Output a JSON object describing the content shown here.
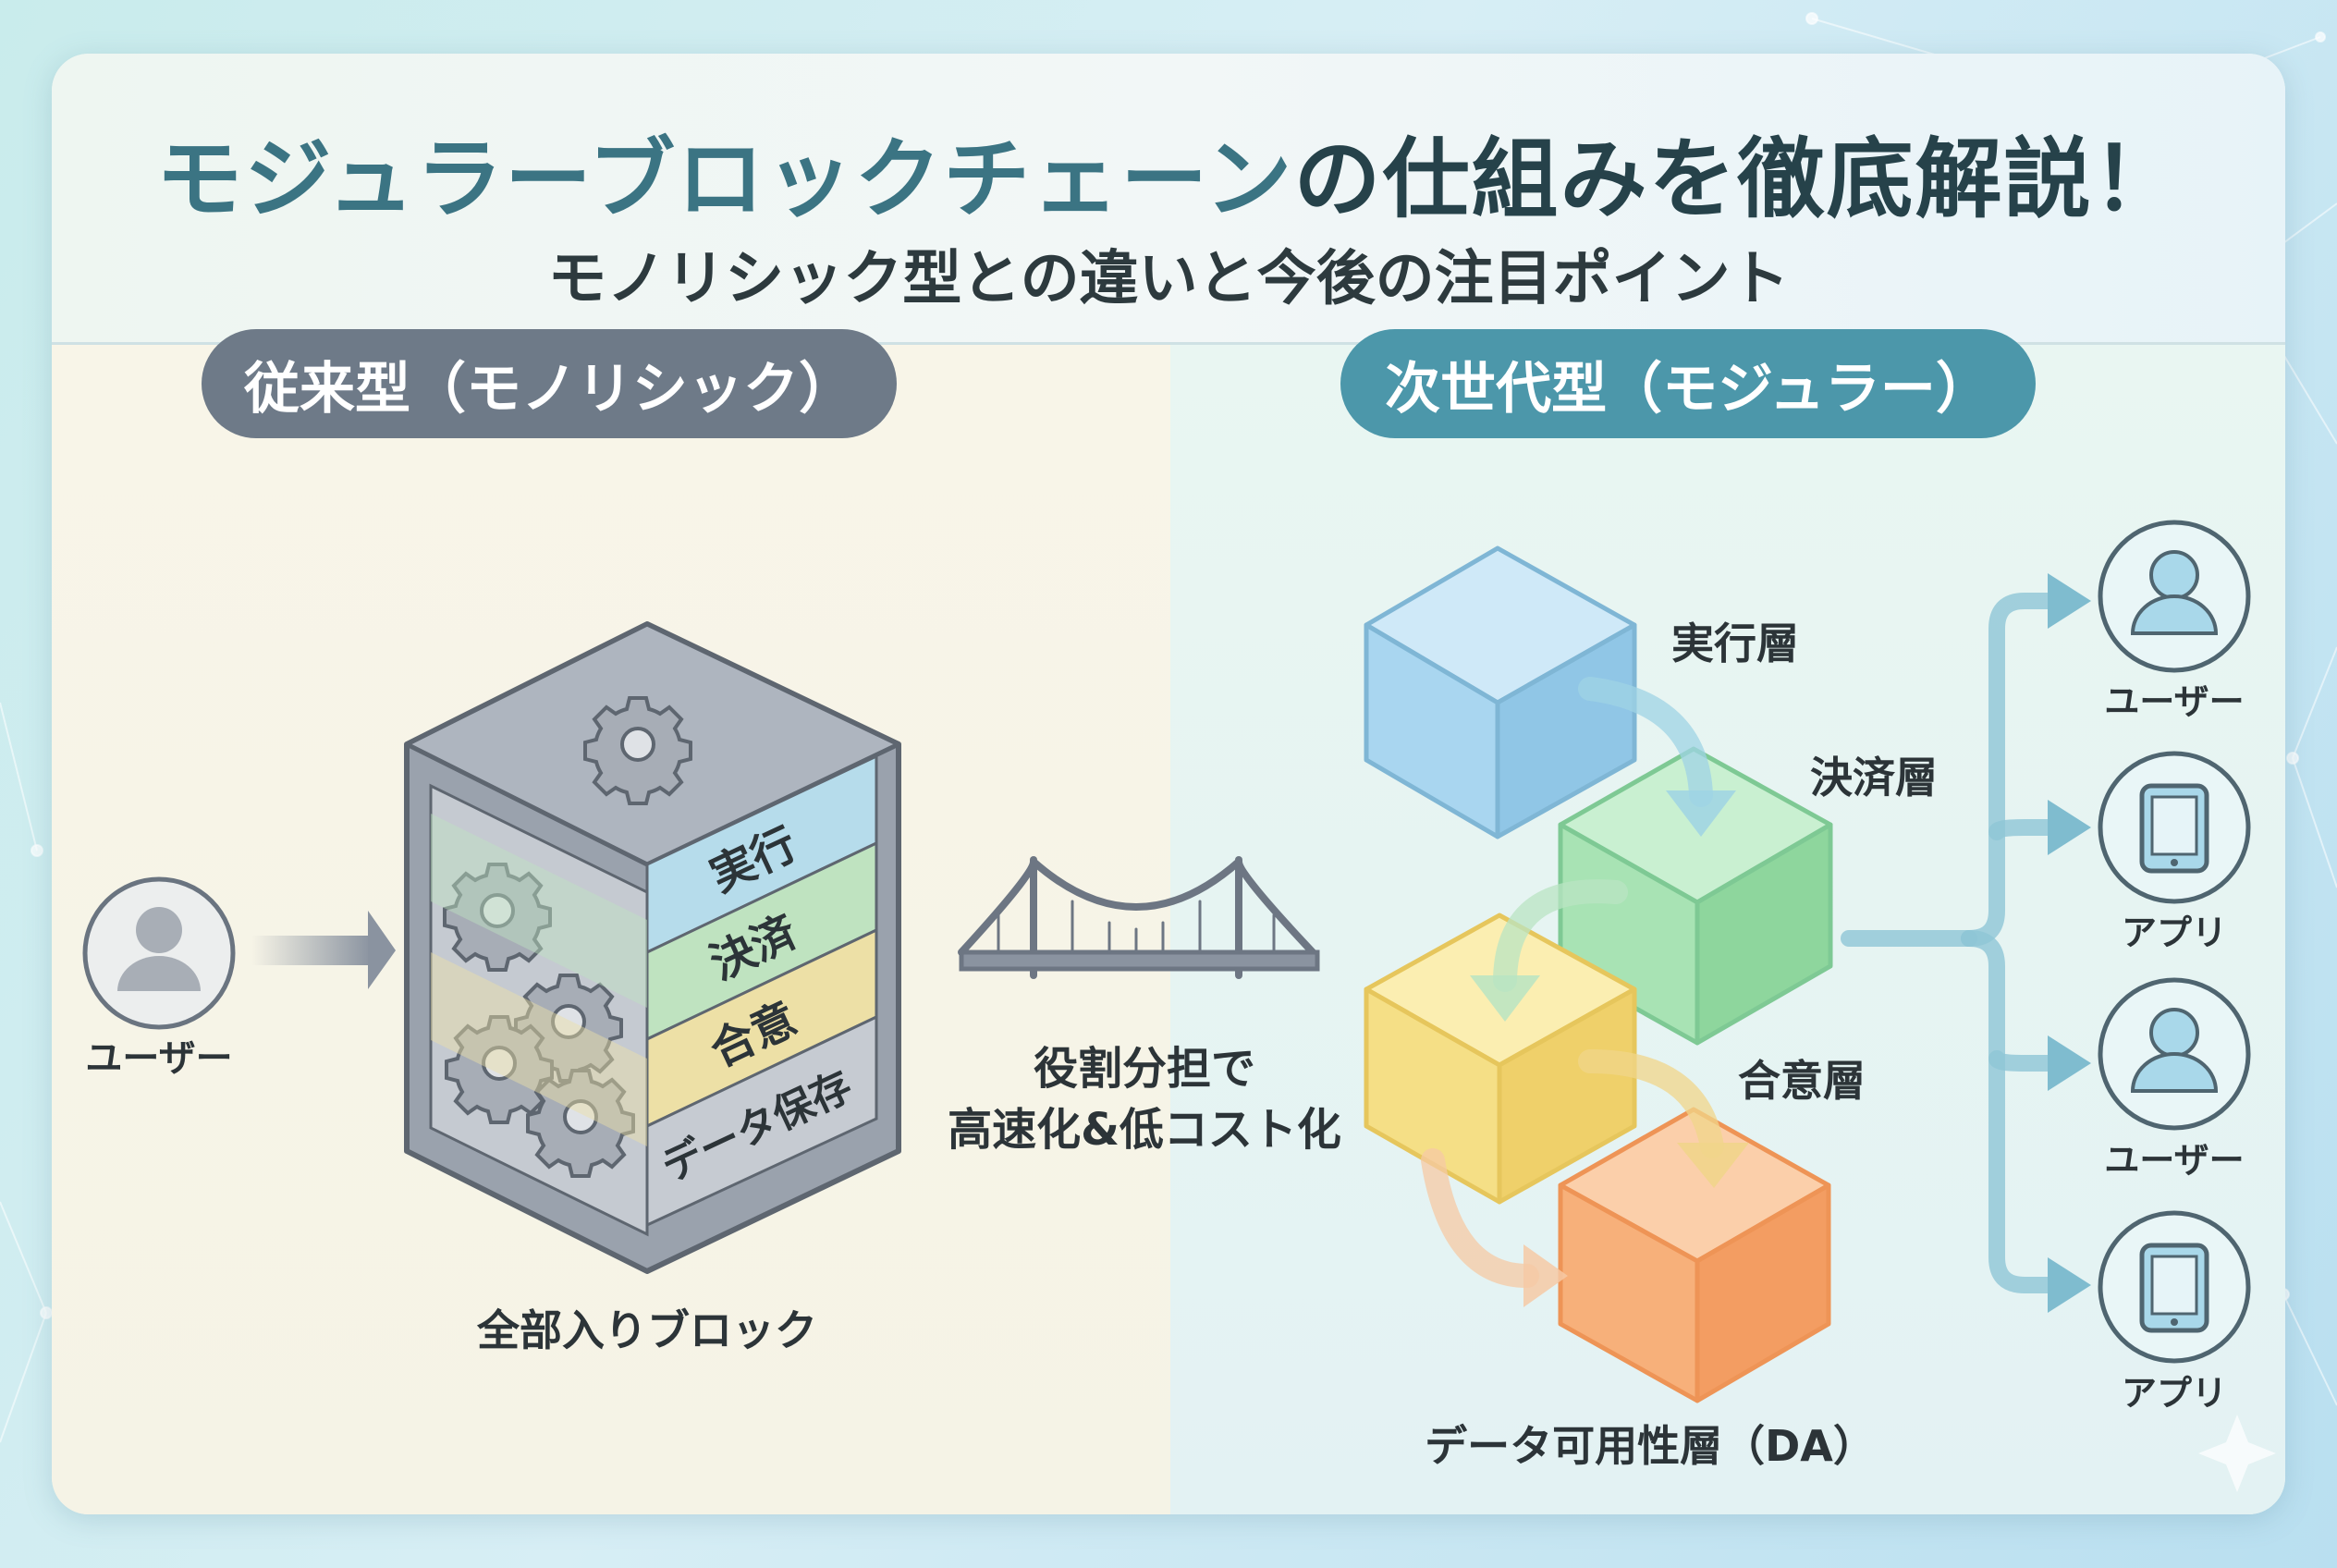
{
  "title": {
    "part1": "モジュラーブロックチェーン",
    "part2": "の仕組みを徹底解説！"
  },
  "subtitle": "モノリシック型との違いと今後の注目ポイント",
  "left": {
    "heading": "従来型（モノリシック）",
    "user_label": "ユーザー",
    "block_layers": [
      "実行",
      "決済",
      "合意",
      "データ保存"
    ],
    "block_caption": "全部入りブロック"
  },
  "bridge": {
    "line1": "役割分担で",
    "line2": "高速化&低コスト化"
  },
  "right": {
    "heading": "次世代型（モジュラー）",
    "layers": [
      {
        "label": "実行層",
        "color": "#a9d6f0"
      },
      {
        "label": "決済層",
        "color": "#a8e3b4"
      },
      {
        "label": "合意層",
        "color": "#f5df86"
      },
      {
        "label": "データ可用性層（DA）",
        "color": "#f7b07a"
      }
    ],
    "outputs": [
      {
        "label": "ユーザー",
        "icon": "user-icon"
      },
      {
        "label": "アプリ",
        "icon": "tablet-icon"
      },
      {
        "label": "ユーザー",
        "icon": "user-icon"
      },
      {
        "label": "アプリ",
        "icon": "tablet-icon"
      }
    ]
  },
  "colors": {
    "accent": "#4c97aa",
    "title_accent": "#3b7483",
    "monolith_gray": "#8e97a4"
  }
}
